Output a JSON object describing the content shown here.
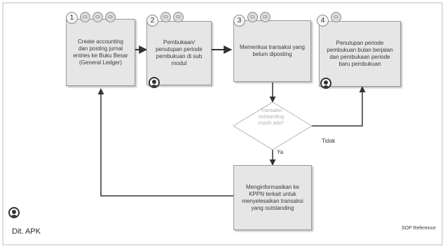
{
  "steps": [
    {
      "number": "1",
      "refs": [
        "C1",
        "C2",
        "C3"
      ],
      "lines": [
        "Create accounting",
        "dan posting jurnal",
        "entries ke Buku Besar",
        "(General Ledger)"
      ]
    },
    {
      "number": "2",
      "refs": [
        "C1",
        "C2"
      ],
      "lines": [
        "Pembukaan/",
        "penutupan periode",
        "pembukuan di sub",
        "modul"
      ]
    },
    {
      "number": "3",
      "refs": [
        "C1",
        "C2"
      ],
      "lines": [
        "Memeriksa transaksi yang",
        "belum diposting"
      ]
    },
    {
      "number": "4",
      "refs": [
        "C1"
      ],
      "lines": [
        "Penutupan periode",
        "pembukuan bulan berjalan",
        "dan pembukaan periode",
        "baru pembukuan"
      ]
    }
  ],
  "notify": {
    "lines": [
      "Menginformasikan ke",
      "KPPN terkait untuk",
      "menyelesaikan transaksi",
      "yang outstanding"
    ]
  },
  "decision": {
    "lines": [
      "Transaksi",
      "outstanding",
      "masih ada?"
    ],
    "no_label": "Tidak",
    "yes_label": "Ya"
  },
  "footer": {
    "department": "Dit. APK",
    "reference": "SOP Reference"
  },
  "icons": {
    "actor": "person-icon"
  },
  "colors": {
    "box_fill": "#e6e6e6",
    "box_border": "#9a9a9a",
    "line": "#333333"
  }
}
